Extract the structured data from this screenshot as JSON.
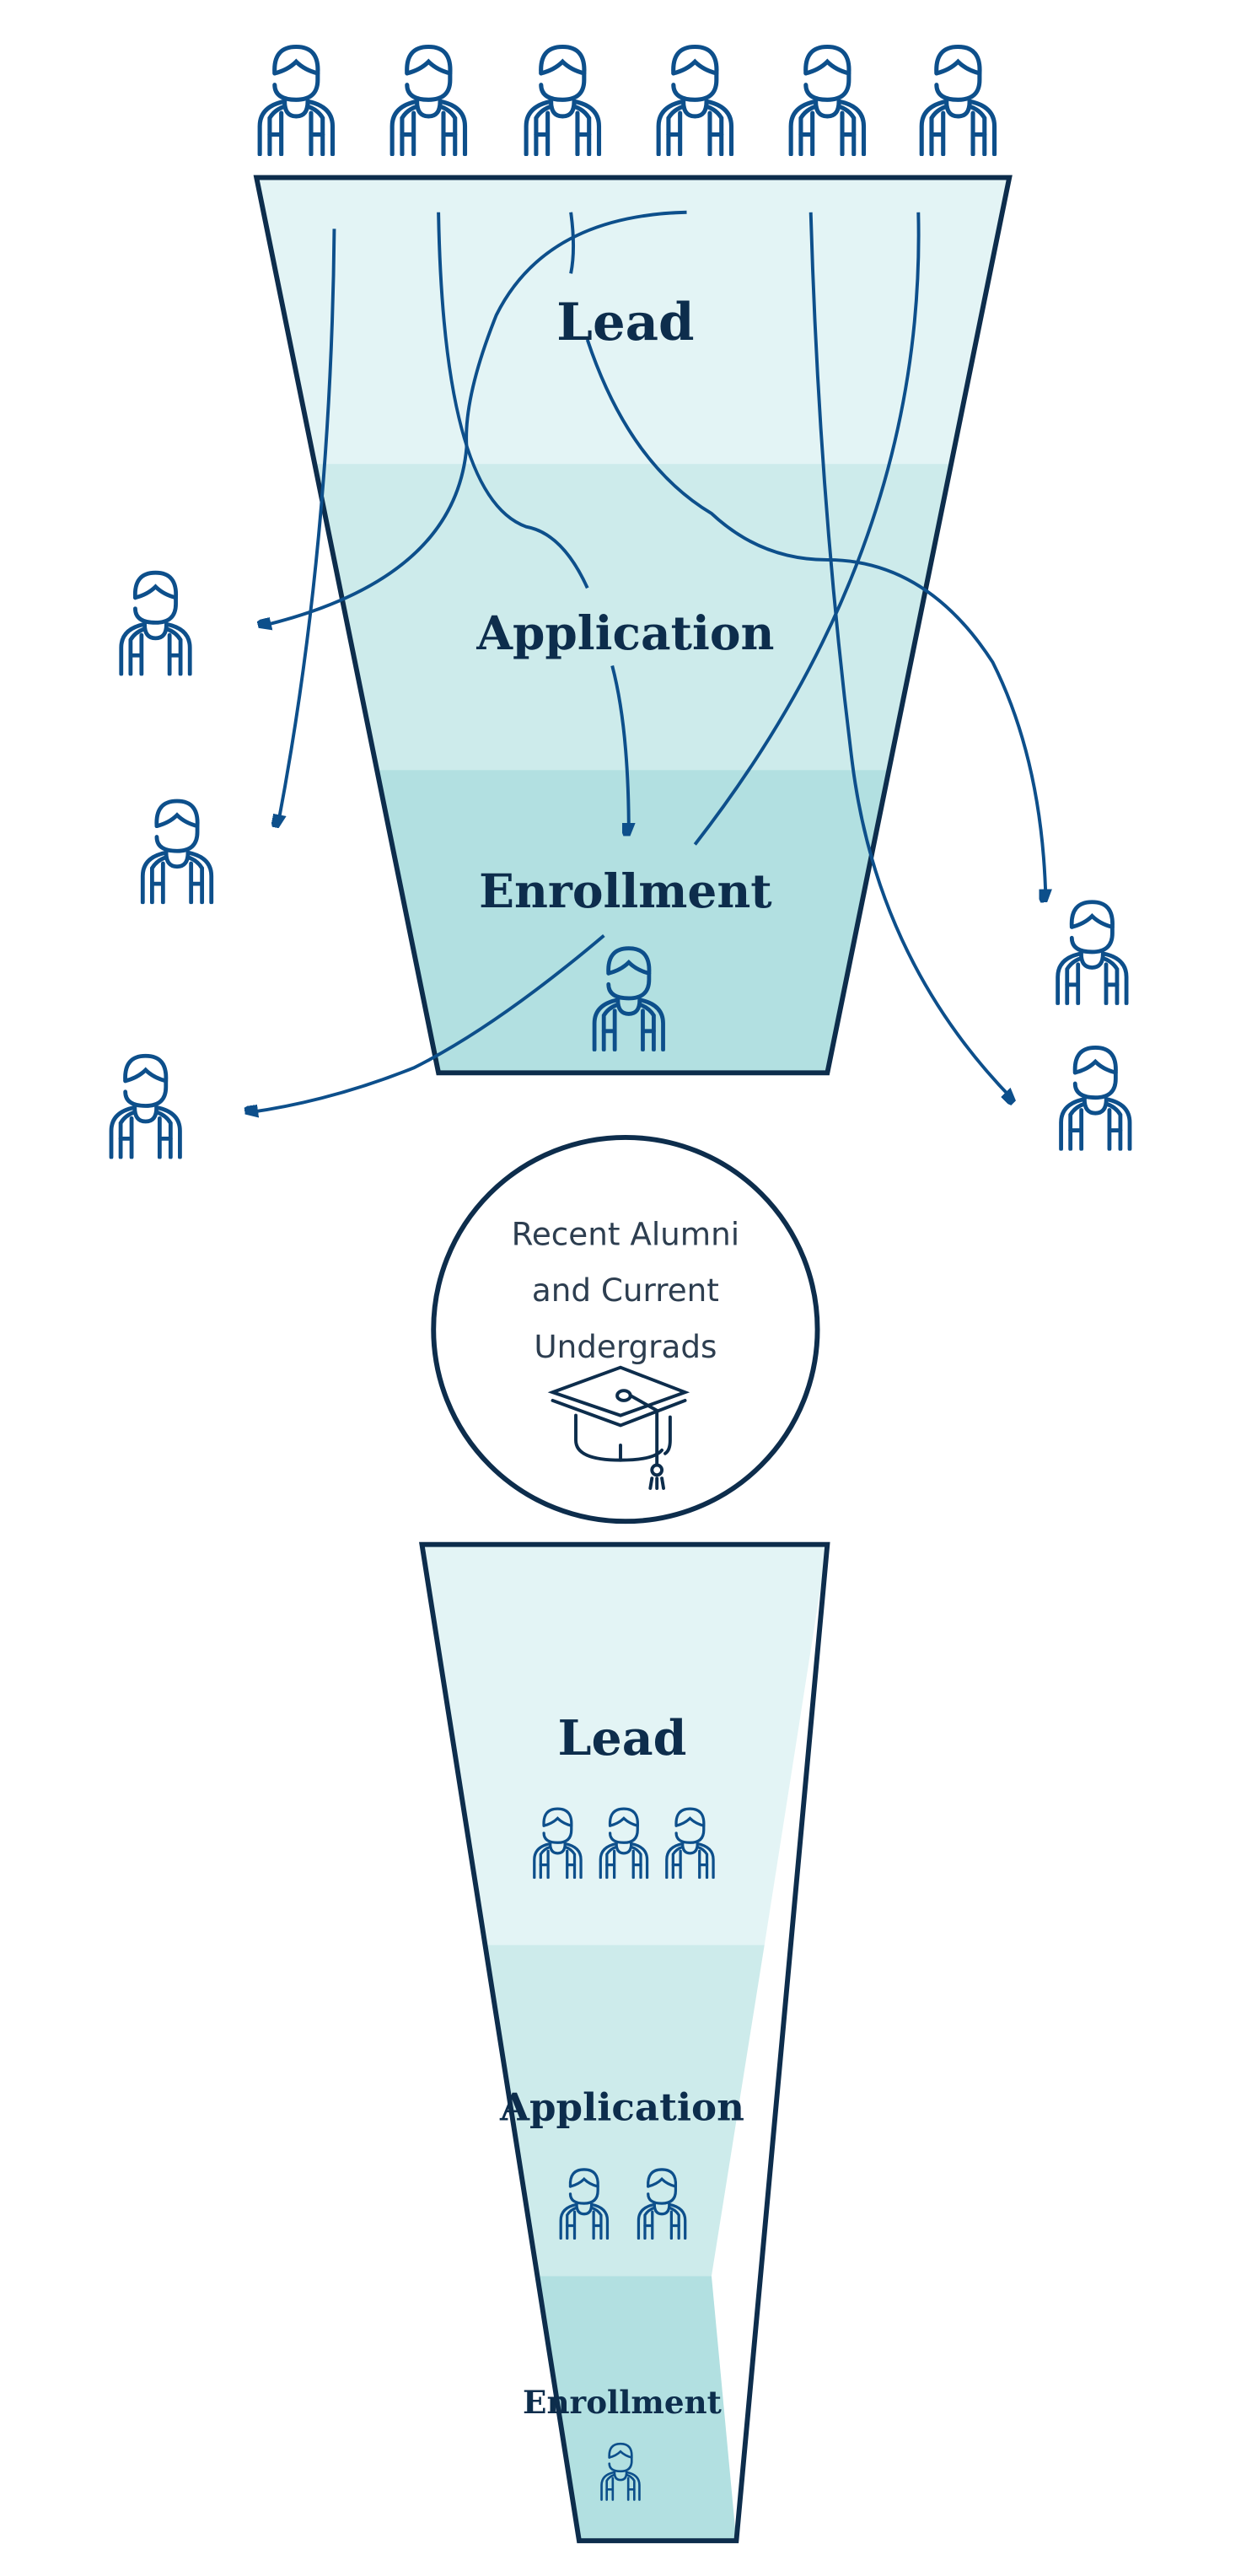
{
  "top_funnel": {
    "stage1": "Lead",
    "stage2": "Application",
    "stage3": "Enrollment"
  },
  "center_circle": {
    "line1": "Recent Alumni",
    "line2": "and Current",
    "line3": "Undergrads",
    "icon": "graduation-cap-icon"
  },
  "bottom_funnel": {
    "stage1": "Lead",
    "stage2": "Application",
    "stage3": "Enrollment"
  },
  "colors": {
    "band_light": "#e3f4f5",
    "band_mid": "#cdebeb",
    "band_dark": "#b2e0e1",
    "outline": "#0d2d4c",
    "accent": "#0d4f8b"
  }
}
